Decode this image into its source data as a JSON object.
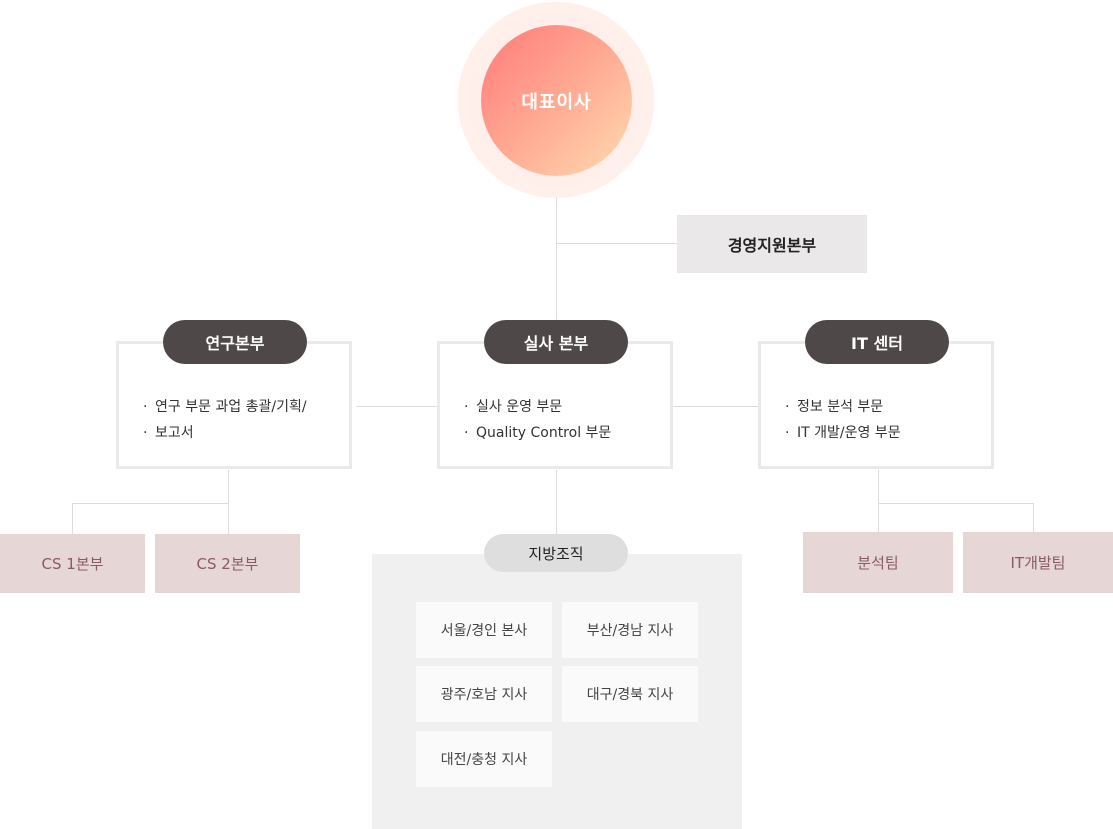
{
  "ceo": {
    "label": "대표이사"
  },
  "support": {
    "label": "경영지원본부"
  },
  "divisions": [
    {
      "title": "연구본부",
      "items": [
        "연구 부문 과업 총괄/기획/",
        "보고서"
      ]
    },
    {
      "title": "실사 본부",
      "items": [
        "실사 운영 부문",
        "Quality Control 부문"
      ]
    },
    {
      "title": "IT 센터",
      "items": [
        "정보 분석 부문",
        "IT 개발/운영 부문"
      ]
    }
  ],
  "research_teams": [
    "CS 1본부",
    "CS 2본부"
  ],
  "it_teams": [
    "분석팀",
    "IT개발팀"
  ],
  "regional": {
    "title": "지방조직",
    "branches": [
      "서울/경인 본사",
      "부산/경남 지사",
      "광주/호남 지사",
      "대구/경북 지사",
      "대전/충청 지사"
    ]
  },
  "colors": {
    "pill": "#4f4848",
    "team_bg": "#e6d6d6",
    "team_text": "#8a5b5e",
    "ceo_gradient_start": "#ff7a7a",
    "ceo_gradient_end": "#ffdcb1"
  }
}
